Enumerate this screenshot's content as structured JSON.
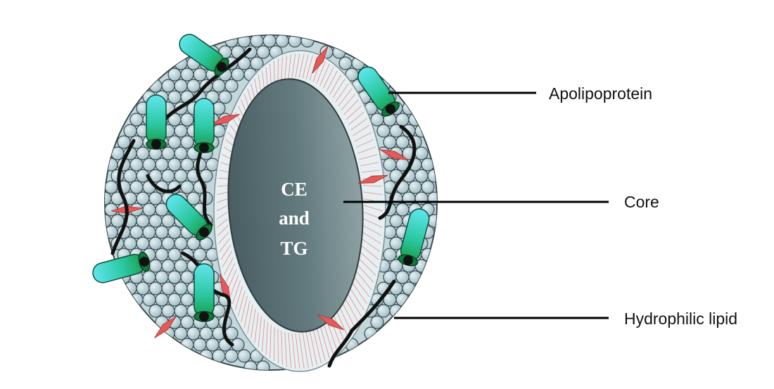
{
  "labels": {
    "apolipoprotein": "Apolipoprotein",
    "core": "Core",
    "hydrophilic_lipid": "Hydrophilic lipid"
  },
  "core_text": {
    "line1": "CE",
    "line2": "and",
    "line3": "TG"
  },
  "colors": {
    "phospholipid_head": "#b7d0d6",
    "head_outline": "#3a4a50",
    "core_fill": "#5b6f73",
    "protein_cyan": "#3fd8e0",
    "protein_green": "#1faa55",
    "tail_red": "#e06a6a",
    "leader_line": "#000000"
  },
  "icons": [
    "lipoprotein-particle",
    "apolipoprotein-helix-icon",
    "phospholipid-head-icon"
  ]
}
